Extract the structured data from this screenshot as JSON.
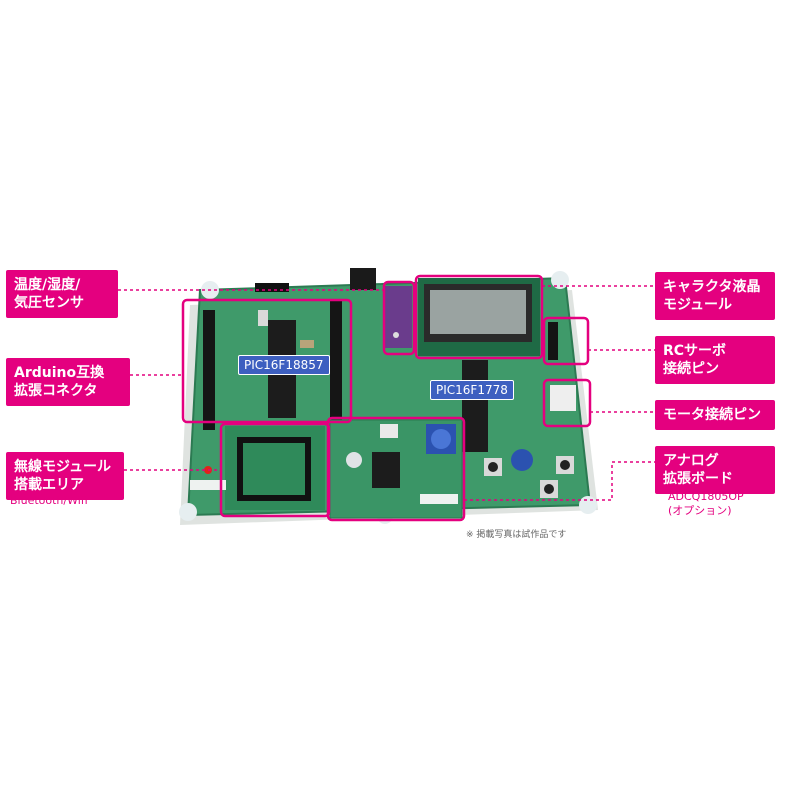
{
  "callouts_left": [
    {
      "lines": [
        "温度/湿度/",
        "気圧センサ"
      ]
    },
    {
      "lines": [
        "Arduino互換",
        "拡張コネクタ"
      ]
    },
    {
      "lines": [
        "無線モジュール",
        "搭載エリア"
      ],
      "sub": [
        "Bluetooth/Wifi"
      ]
    }
  ],
  "callouts_right": [
    {
      "lines": [
        "キャラクタ液晶",
        "モジュール"
      ]
    },
    {
      "lines": [
        "RCサーボ",
        "接続ピン"
      ]
    },
    {
      "lines": [
        "モータ接続ピン"
      ]
    },
    {
      "lines": [
        "アナログ",
        "拡張ボード"
      ],
      "sub": [
        "ADCQ1805OP",
        "(オプション)"
      ]
    }
  ],
  "chips": {
    "left": "PIC16F18857",
    "right": "PIC16F1778"
  },
  "note": "※ 掲載写真は試作品です",
  "colors": {
    "accent": "#e4007f",
    "pcb": "#3f9a6a",
    "chip_label": "#3d5fc0"
  }
}
